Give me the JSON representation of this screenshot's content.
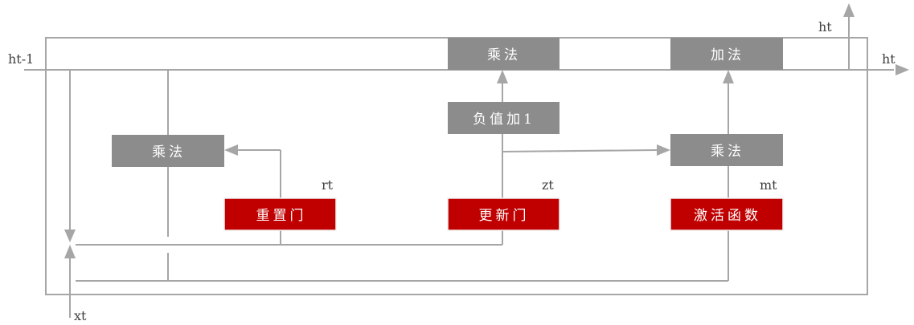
{
  "labels": {
    "h_prev": "ht-1",
    "h_out_right": "ht",
    "h_out_top": "ht",
    "x_in": "xt",
    "r_gate": "rt",
    "z_gate": "zt",
    "m_act": "mt"
  },
  "nodes": {
    "multiply_top": "乘法",
    "add_top": "加法",
    "one_minus": "负值加1",
    "multiply_left": "乘法",
    "multiply_right": "乘法",
    "reset_gate": "重置门",
    "update_gate": "更新门",
    "activation": "激活函数"
  },
  "colors": {
    "gray_box": "#8c8c8c",
    "red_box": "#c00000",
    "line": "#a6a6a6",
    "label_text": "#404040"
  }
}
